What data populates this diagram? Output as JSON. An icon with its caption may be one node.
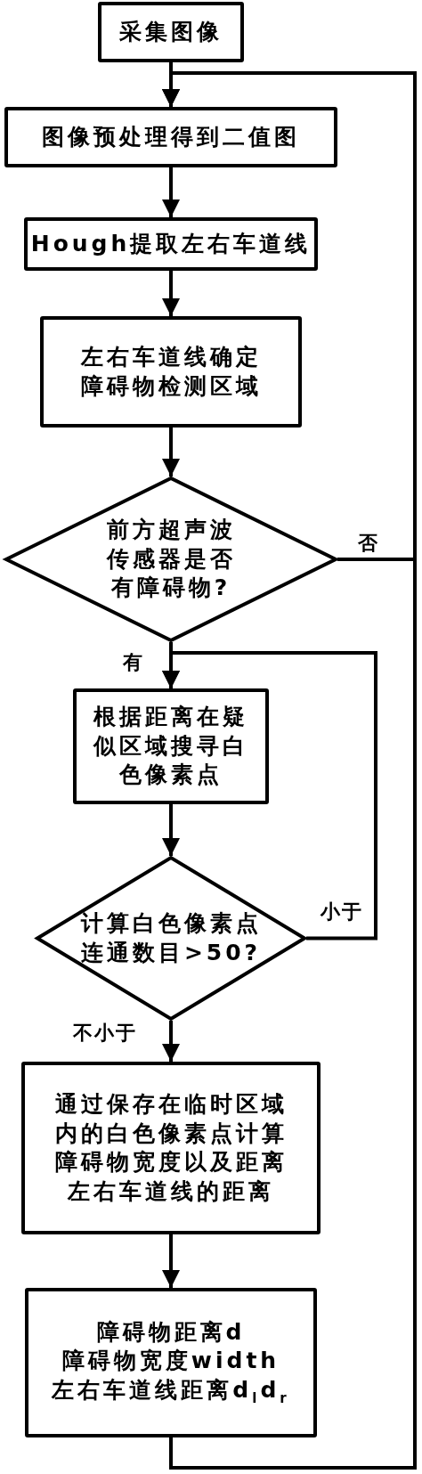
{
  "diagram": {
    "nodes": [
      {
        "text": [
          "采集图像"
        ]
      },
      {
        "text": [
          "图像预处理得到二值图"
        ]
      },
      {
        "text": [
          "Hough提取左右车道线"
        ]
      },
      {
        "text": [
          "左右车道线确定障碍物检测区域"
        ]
      },
      {
        "text": [
          "前方超声波传感器是否有障碍物?"
        ]
      },
      {
        "text": [
          "根据距离在疑似区域搜寻白色像素点"
        ]
      },
      {
        "text": [
          "计算白色像素点连通数目>50?"
        ]
      },
      {
        "text": [
          "通过保存在临时区域内的白色像素点计算障碍物宽度以及距离左右车道线的距离"
        ]
      },
      {
        "text": [
          "障碍物距离d",
          "障碍物宽度width",
          "左右车道线距离d$_{l}$d$_{r}$"
        ]
      }
    ],
    "edges": [
      {
        "from": 0,
        "to": 1,
        "arrow": "to"
      },
      {
        "from": 1,
        "to": 2,
        "arrow": "to"
      },
      {
        "from": 2,
        "to": 3,
        "arrow": "to"
      },
      {
        "from": 3,
        "to": 4,
        "arrow": "to"
      },
      {
        "from": 4,
        "to": 5,
        "arrow": "to",
        "label": "有"
      },
      {
        "from": 5,
        "to": 6,
        "arrow": "to"
      },
      {
        "from": 6,
        "to": 7,
        "arrow": "to",
        "label": "不小于"
      },
      {
        "from": 7,
        "to": 8,
        "arrow": "to"
      },
      {
        "from": 6,
        "to": 5,
        "arrow": "to",
        "label": "小于"
      },
      {
        "from": 4,
        "to": 1,
        "arrow": "to",
        "label": "否"
      },
      {
        "from": 8,
        "to": 1,
        "arrow": "to"
      }
    ]
  }
}
